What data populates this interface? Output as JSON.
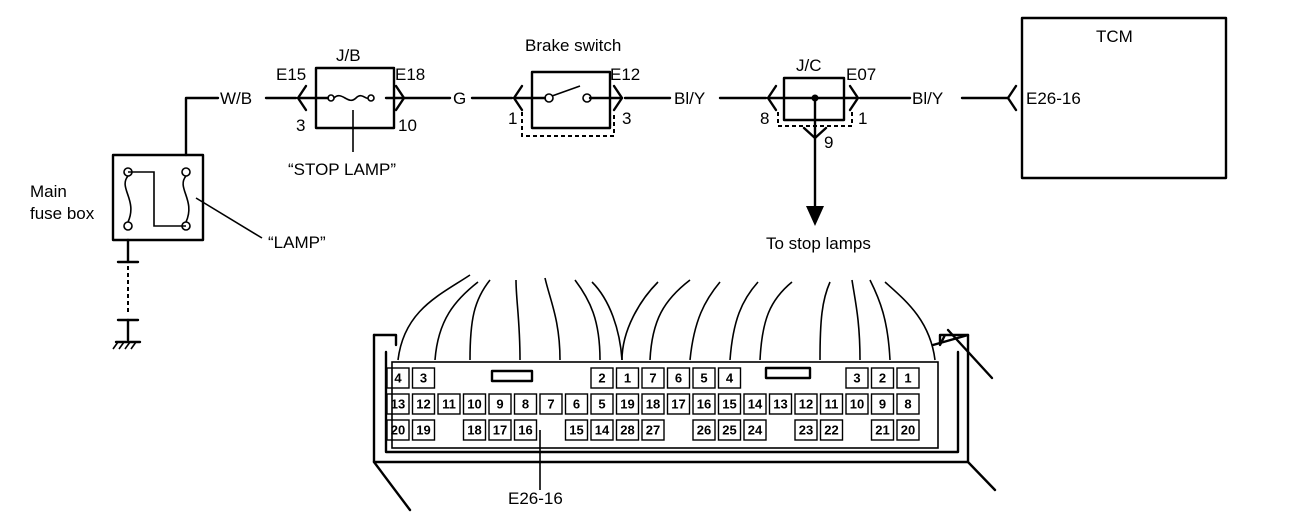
{
  "labels": {
    "jb": "J/B",
    "e15": "E15",
    "e18": "E18",
    "pin3": "3",
    "pin10": "10",
    "wb": "W/B",
    "g": "G",
    "stop_lamp": "“STOP LAMP”",
    "brake_switch": "Brake switch",
    "e12": "E12",
    "pin1_bs": "1",
    "pin3_bs": "3",
    "bly1": "Bl/Y",
    "jc": "J/C",
    "e07": "E07",
    "pin8": "8",
    "pin1_jc": "1",
    "pin9": "9",
    "bly2": "Bl/Y",
    "tcm": "TCM",
    "e26_16_tcm": "E26-16",
    "main_fuse_box_1": "Main",
    "main_fuse_box_2": "fuse box",
    "lamp": "“LAMP”",
    "to_stop_lamps": "To stop lamps",
    "e26_16_conn": "E26-16"
  },
  "connector": {
    "rows": [
      [
        "4",
        "3",
        "",
        "",
        "",
        "",
        "",
        "",
        "2",
        "1",
        "7",
        "6",
        "5",
        "4",
        "",
        "",
        "",
        "",
        "",
        "",
        "3",
        "2",
        "1"
      ],
      [
        "13",
        "12",
        "11",
        "10",
        "9",
        "8",
        "7",
        "6",
        "5",
        "19",
        "18",
        "17",
        "16",
        "15",
        "14",
        "13",
        "12",
        "11",
        "10",
        "9",
        "8"
      ],
      [
        "20",
        "19",
        "",
        "18",
        "17",
        "16",
        "",
        "15",
        "14",
        "28",
        "27",
        "",
        "26",
        "25",
        "24",
        "",
        "23",
        "22",
        "",
        "21",
        "20"
      ]
    ]
  }
}
